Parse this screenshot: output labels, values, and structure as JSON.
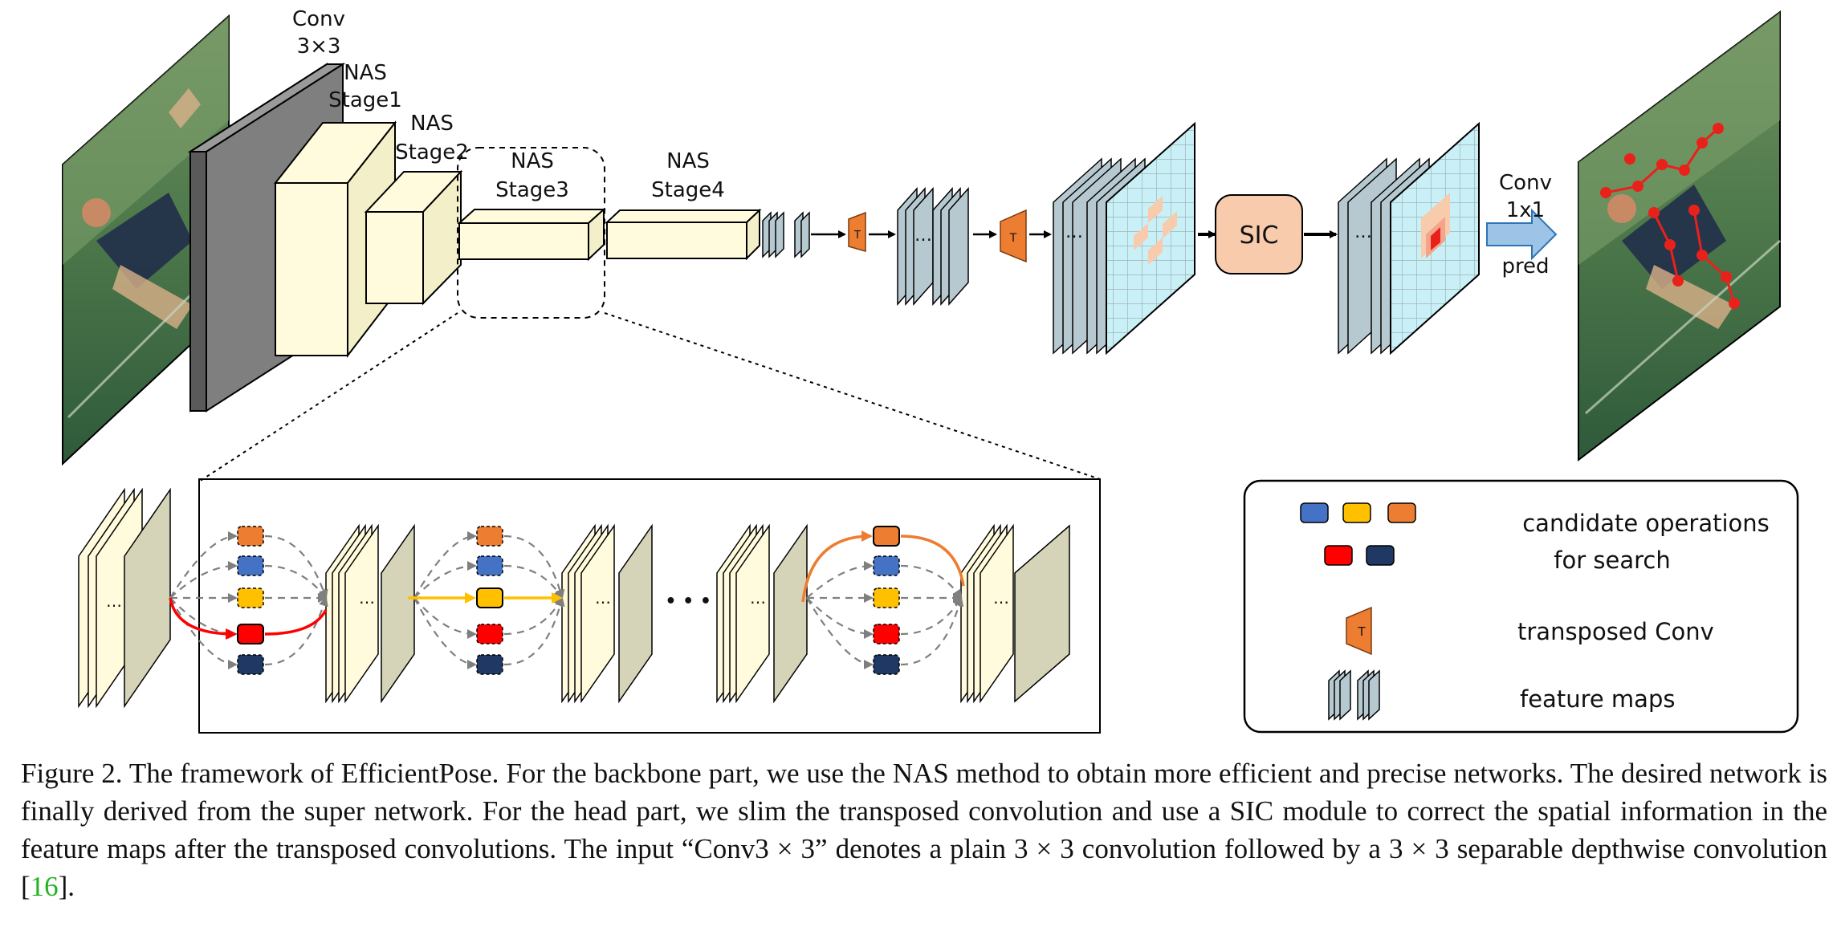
{
  "figure": {
    "labels": {
      "conv": "Conv",
      "conv_size": "3×3",
      "nas1_a": "NAS",
      "nas1_b": "Stage1",
      "nas2_a": "NAS",
      "nas2_b": "Stage2",
      "nas3_a": "NAS",
      "nas3_b": "Stage3",
      "nas4_a": "NAS",
      "nas4_b": "Stage4",
      "sic": "SIC",
      "pred_conv": "Conv",
      "pred_size": "1x1",
      "pred": "pred",
      "transposed_mark": "T",
      "ellipsis": "…",
      "dots": "• • • •"
    },
    "legend": {
      "candidate_line1": "candidate operations",
      "candidate_line2": "for search",
      "transposed": "transposed Conv",
      "feature_maps": "feature maps"
    },
    "colors": {
      "op_blue": "#4472c4",
      "op_yellow": "#ffc000",
      "op_orange": "#ed7d31",
      "op_red": "#ff0000",
      "op_navy": "#1f3864",
      "stage_fill": "#fffbdc",
      "conv_fill": "#7f7f7f",
      "heatmap_cell": "#c9f0f6",
      "sic_fill": "#f8cbad",
      "pred_arrow": "#9dc3e6"
    }
  },
  "caption": {
    "part1": "Figure 2. The framework of EfficientPose. For the backbone part, we use the NAS method to obtain more efficient and precise networks. The desired network is finally derived from the super network. For the head part, we slim the transposed convolution and use a SIC module to correct the spatial information in the feature maps after the transposed convolutions. The input “Conv3 × 3” denotes a plain 3 × 3 convolution followed by a 3 × 3 separable depthwise convolution [",
    "cite": "16",
    "part2": "]."
  }
}
